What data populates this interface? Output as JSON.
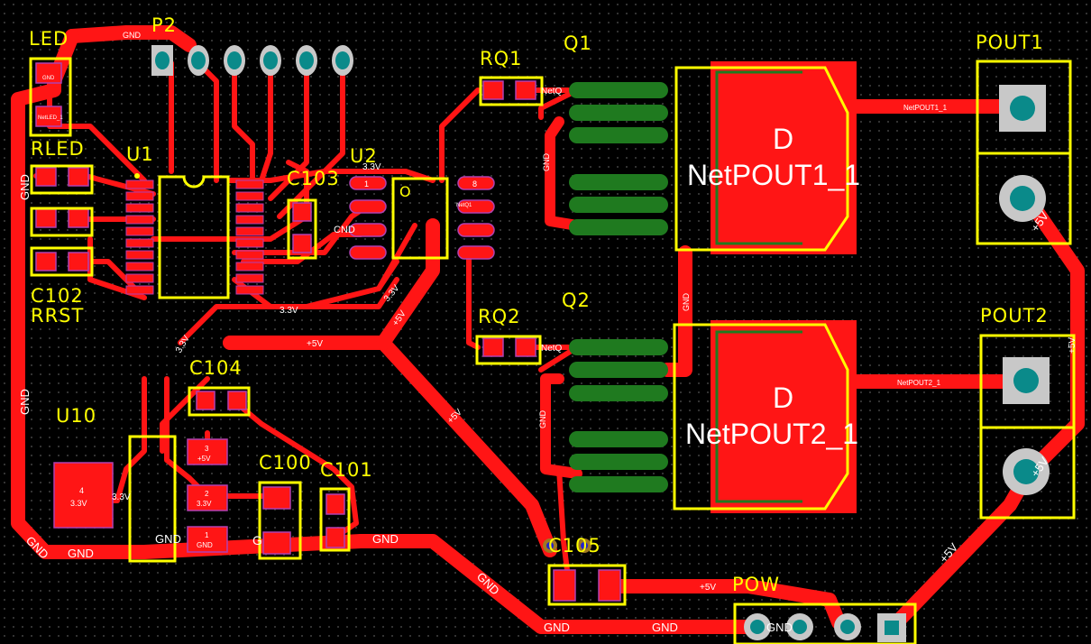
{
  "components": {
    "led": "LED",
    "p2": "P2",
    "u1": "U1",
    "u2": "U2",
    "rled": "RLED",
    "c102": "C102",
    "rrst": "RRST",
    "c103": "C103",
    "rq1": "RQ1",
    "q1": "Q1",
    "pout1": "POUT1",
    "rq2": "RQ2",
    "q2": "Q2",
    "pout2": "POUT2",
    "c104": "C104",
    "u10": "U10",
    "c100": "C100",
    "c101": "C101",
    "c105": "C105",
    "pow": "POW"
  },
  "nets": {
    "gnd": "GND",
    "v33": "3.3V",
    "v5": "+5V",
    "netq": "NetQ",
    "pout1": "NetPOUT1_1",
    "pout2": "NetPOUT2_1",
    "netq_full": "NetQ1",
    "netled": "NetLED_1",
    "d": "D",
    "gnd_small": "GND",
    "g": "G",
    "cnd": "CND"
  },
  "pads": {
    "u10_4": "4",
    "u10_4_net": "3.3V",
    "reg_3": "3",
    "reg_3_net": "+5V",
    "reg_2": "2",
    "reg_2_net": "3.3V",
    "reg_1": "1",
    "reg_1_net": "GND",
    "u2_1": "1",
    "u2_8": "8",
    "u2_o": "O"
  }
}
